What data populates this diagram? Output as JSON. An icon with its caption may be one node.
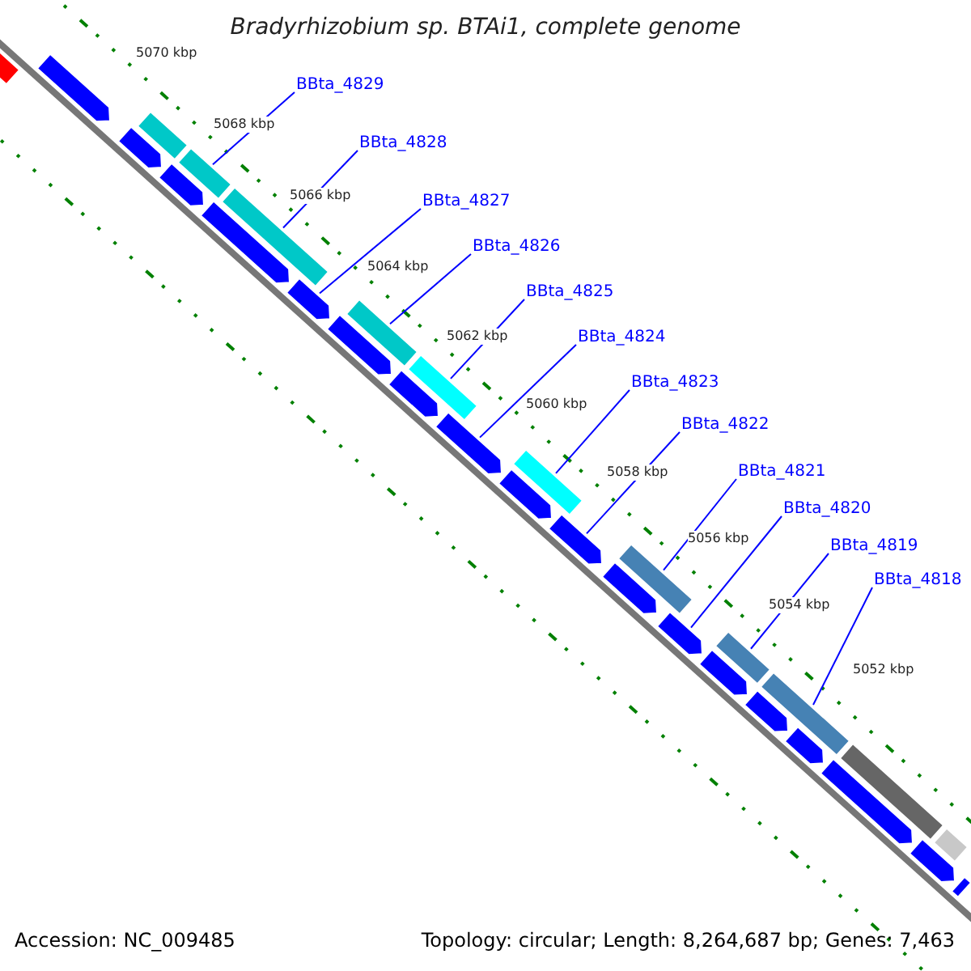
{
  "diagram": {
    "title": "Bradyrhizobium sp. BTAi1, complete genome",
    "nodes": [
      {
        "text": [
          "BBta_4829"
        ]
      },
      {
        "text": [
          "BBta_4828"
        ]
      },
      {
        "text": [
          "BBta_4827"
        ]
      },
      {
        "text": [
          "BBta_4826"
        ]
      },
      {
        "text": [
          "BBta_4825"
        ]
      },
      {
        "text": [
          "BBta_4824"
        ]
      },
      {
        "text": [
          "BBta_4823"
        ]
      },
      {
        "text": [
          "BBta_4822"
        ]
      },
      {
        "text": [
          "BBta_4821"
        ]
      },
      {
        "text": [
          "BBta_4820"
        ]
      },
      {
        "text": [
          "BBta_4819"
        ]
      },
      {
        "text": [
          "BBta_4818"
        ]
      },
      {
        "text": [],
        "shape": "bar"
      },
      {
        "text": [],
        "shape": "bar"
      },
      {
        "text": [],
        "shape": "bar"
      },
      {
        "text": [],
        "shape": "bar"
      },
      {
        "text": [],
        "shape": "bar"
      },
      {
        "text": [],
        "shape": "bar"
      },
      {
        "text": [],
        "shape": "bar"
      },
      {
        "text": [],
        "shape": "bar"
      },
      {
        "text": [],
        "shape": "bar"
      },
      {
        "text": [],
        "shape": "bar"
      },
      {
        "text": [],
        "shape": "bar"
      },
      {
        "text": [],
        "shape": "bar"
      },
      {
        "text": [],
        "shape": "bar"
      },
      {
        "text": [],
        "shape": "bar"
      },
      {
        "text": [],
        "shape": "bar"
      },
      {
        "text": [],
        "shape": "bar"
      },
      {
        "text": [],
        "shape": "bar"
      },
      {
        "text": [],
        "shape": "bar"
      },
      {
        "text": [],
        "shape": "bar"
      },
      {
        "text": [],
        "shape": "bar"
      },
      {
        "text": [],
        "shape": "bar"
      },
      {
        "text": [],
        "shape": "bar"
      },
      {
        "text": [],
        "shape": "bar"
      },
      {
        "text": [],
        "shape": "bar"
      },
      {
        "text": [],
        "shape": "bar"
      },
      {
        "text": [],
        "shape": "bar"
      },
      {
        "text": [],
        "shape": "bar"
      },
      {
        "text": [],
        "shape": "bar"
      },
      {
        "text": [],
        "shape": "bar"
      },
      {
        "text": [],
        "shape": "bar"
      }
    ],
    "edges": [
      {
        "from": 0,
        "to": 17,
        "arrow": "none"
      },
      {
        "from": 1,
        "to": 19,
        "arrow": "none"
      },
      {
        "from": 2,
        "to": 20,
        "arrow": "none"
      },
      {
        "from": 3,
        "to": 22,
        "arrow": "none"
      },
      {
        "from": 4,
        "to": 24,
        "arrow": "none"
      },
      {
        "from": 5,
        "to": 25,
        "arrow": "none"
      },
      {
        "from": 6,
        "to": 27,
        "arrow": "none"
      },
      {
        "from": 7,
        "to": 28,
        "arrow": "none"
      },
      {
        "from": 8,
        "to": 30,
        "arrow": "none"
      },
      {
        "from": 9,
        "to": 31,
        "arrow": "none"
      },
      {
        "from": 10,
        "to": 33,
        "arrow": "none"
      },
      {
        "from": 11,
        "to": 35,
        "arrow": "none"
      }
    ],
    "labels": [
      "5070 kbp",
      "5068 kbp",
      "5066 kbp",
      "5064 kbp",
      "5062 kbp",
      "5060 kbp",
      "5058 kbp",
      "5056 kbp",
      "5054 kbp",
      "5052 kbp",
      "Accession: NC_009485",
      "Topology: circular; Length: 8,264,687 bp; Genes: 7,463"
    ]
  }
}
